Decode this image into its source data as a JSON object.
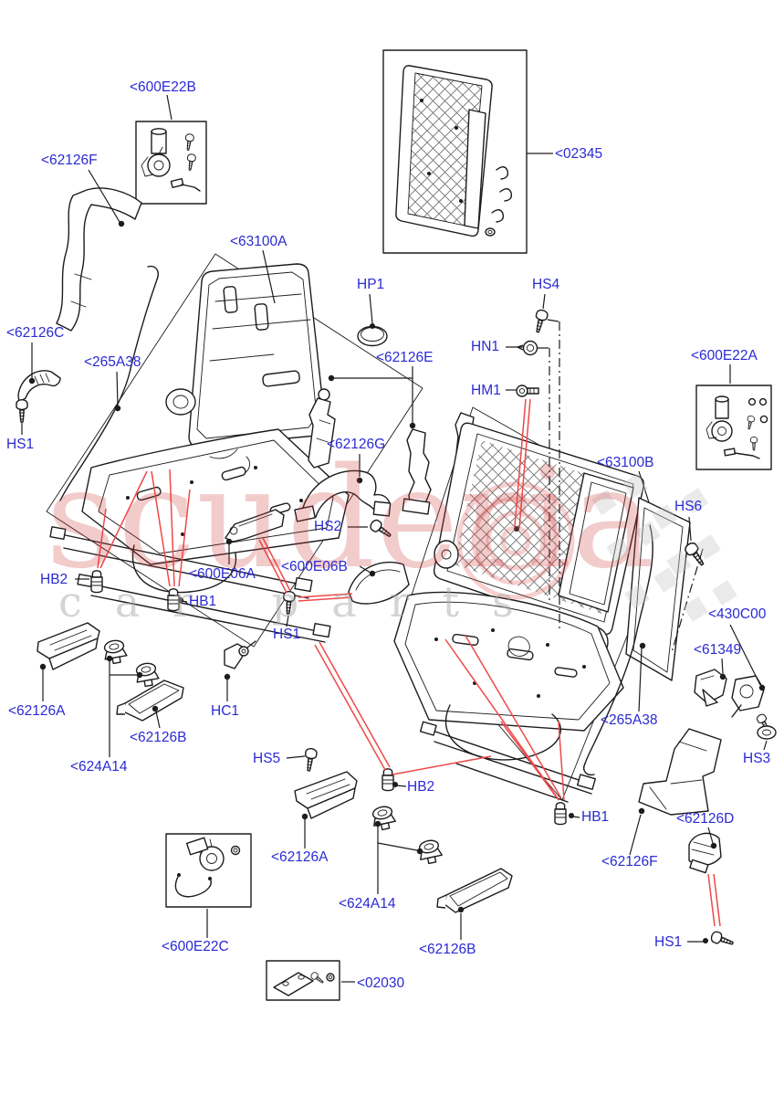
{
  "title": "Rear seat back frame parts diagram",
  "colors": {
    "label-color": "#2a2ad4",
    "line-color": "#1c1c1c",
    "red": "#f04848",
    "wm-red": "rgba(205,55,55,0.26)",
    "wm-gray": "rgba(170,170,170,0.50)"
  },
  "watermark": {
    "word1": "scuderia",
    "word2": "car parts"
  },
  "labels": {
    "600E22B": {
      "text": "<600E22B"
    },
    "62126F_a": {
      "text": "<62126F"
    },
    "02345": {
      "text": "<02345"
    },
    "63100A": {
      "text": "<63100A"
    },
    "HP1": {
      "text": "HP1"
    },
    "HS4": {
      "text": "HS4"
    },
    "62126C": {
      "text": "<62126C"
    },
    "265A38_a": {
      "text": "<265A38"
    },
    "62126E": {
      "text": "<62126E"
    },
    "HN1": {
      "text": "HN1"
    },
    "HM1": {
      "text": "HM1"
    },
    "600E22A": {
      "text": "<600E22A"
    },
    "62126G": {
      "text": "<62126G"
    },
    "63100B": {
      "text": "<63100B"
    },
    "HS6": {
      "text": "HS6"
    },
    "HS1_a": {
      "text": "HS1"
    },
    "HS2": {
      "text": "HS2"
    },
    "600E06A": {
      "text": "<600E06A"
    },
    "600E06B": {
      "text": "<600E06B"
    },
    "HB2_a": {
      "text": "HB2"
    },
    "HB1_a": {
      "text": "HB1"
    },
    "HS1_b": {
      "text": "HS1"
    },
    "430C00": {
      "text": "<430C00"
    },
    "61349": {
      "text": "<61349"
    },
    "62126A_a": {
      "text": "<62126A"
    },
    "62126B_a": {
      "text": "<62126B"
    },
    "HC1": {
      "text": "HC1"
    },
    "624A14_a": {
      "text": "<624A14"
    },
    "265A38_b": {
      "text": "<265A38"
    },
    "HS3": {
      "text": "HS3"
    },
    "HS5": {
      "text": "HS5"
    },
    "HB2_b": {
      "text": "HB2"
    },
    "HB1_b": {
      "text": "HB1"
    },
    "62126D": {
      "text": "<62126D"
    },
    "62126F_b": {
      "text": "<62126F"
    },
    "62126A_b": {
      "text": "<62126A"
    },
    "624A14_b": {
      "text": "<624A14"
    },
    "62126B_b": {
      "text": "<62126B"
    },
    "600E22C": {
      "text": "<600E22C"
    },
    "02030": {
      "text": "<02030"
    },
    "HS1_c": {
      "text": "HS1"
    }
  }
}
